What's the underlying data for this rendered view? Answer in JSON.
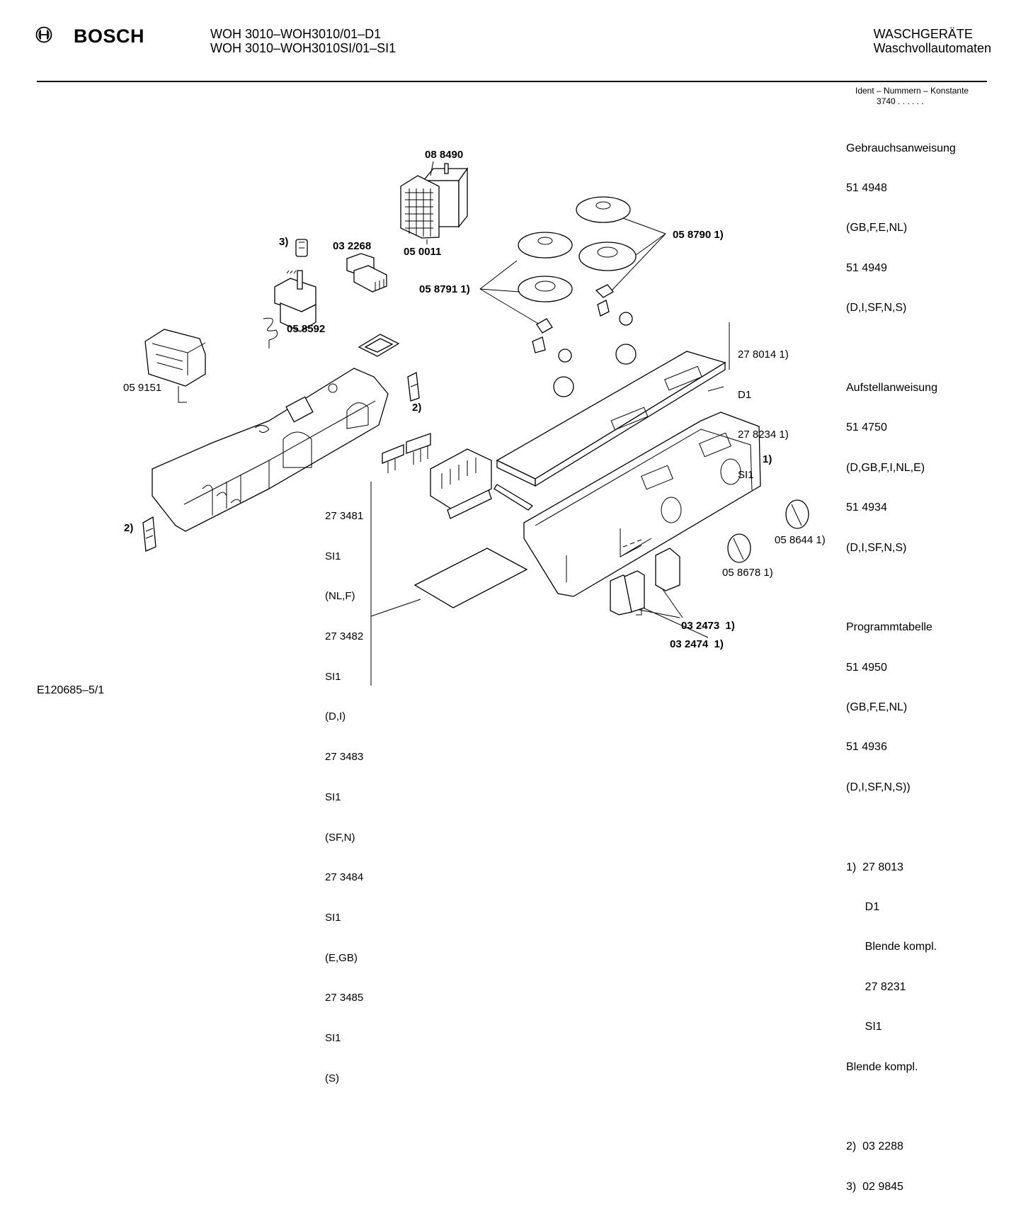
{
  "header": {
    "brand": "BOSCH",
    "model_line1": "WOH 3010–WOH3010/01–D1",
    "model_line2": "WOH 3010–WOH3010SI/01–SI1",
    "category_line1": "WASCHGERÄTE",
    "category_line2": "Waschvollautomaten"
  },
  "ident": {
    "title": "Ident – Nummern – Konstante",
    "value": "3740 .  .  .  .  .  ."
  },
  "side_notes": [
    "Gebrauchsanweisung",
    "51 4948",
    "(GB,F,E,NL)",
    "51 4949",
    "(D,I,SF,N,S)",
    "",
    "Aufstellanweisung",
    "51 4750",
    "(D,GB,F,I,NL,E)",
    "51 4934",
    "(D,I,SF,N,S)",
    "",
    "Programmtabelle",
    "51 4950",
    "(GB,F,E,NL)",
    "51 4936",
    "(D,I,SF,N,S))",
    "",
    "1)  27 8013",
    "      D1",
    "      Blende kompl.",
    "      27 8231",
    "      SI1",
    "Blende kompl.",
    "",
    "2)  03 2288",
    "3)  02 9845"
  ],
  "labels": {
    "p088490": "08 8490",
    "p050011": "05 0011",
    "p032268": "03 2268",
    "n3": "3)",
    "p058592": "05 8592",
    "p059151": "05 9151",
    "p058790": "05 8790 1)",
    "p058791": "05 8791 1)",
    "n2a": "2)",
    "n2b": "2)",
    "n1": "1)",
    "p058644": "05 8644 1)",
    "p058678": "05 8678 1)",
    "p032473": "03 2473  1)",
    "p032474": "03 2474  1)"
  },
  "col_278014": [
    "27 8014 1)",
    "D1",
    "27 8234 1)",
    "SI1"
  ],
  "col_273481": [
    "27 3481",
    "SI1",
    "(NL,F)",
    "27 3482",
    "SI1",
    "(D,I)",
    "27 3483",
    "SI1",
    "(SF,N)",
    "27 3484",
    "SI1",
    "(E,GB)",
    "27 3485",
    "SI1",
    "(S)"
  ],
  "footer": "E120685–5/1"
}
